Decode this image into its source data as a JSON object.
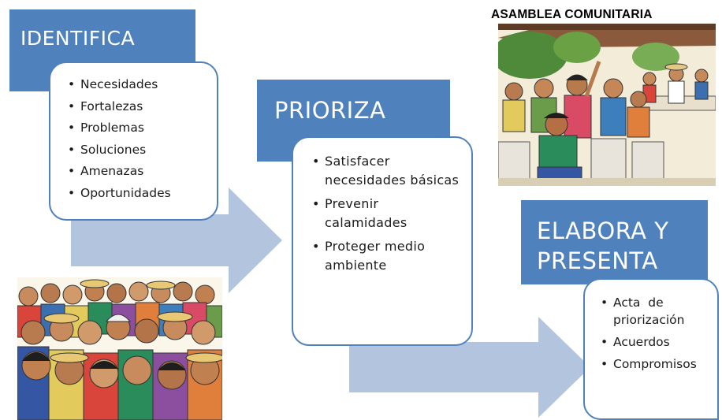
{
  "steps": [
    {
      "title": "IDENTIFICA",
      "items": [
        "Necesidades",
        "Fortalezas",
        "Problemas",
        "Soluciones",
        "Amenazas",
        "Oportunidades"
      ]
    },
    {
      "title": "PRIORIZA",
      "items": [
        "Satisfacer necesidades básicas",
        "Prevenir calamidades",
        "Proteger medio ambiente"
      ]
    },
    {
      "title_line1": "ELABORA Y",
      "title_line2": "PRESENTA",
      "items": [
        "Acta  de priorización",
        "Acuerdos",
        "Compromisos"
      ]
    }
  ],
  "caption": "ASAMBLEA COMUNITARIA",
  "colors": {
    "header_fill": "#4f81bd",
    "header_text": "#ffffff",
    "card_border": "#4f81bd",
    "arrow_fill": "#b3c4df"
  }
}
